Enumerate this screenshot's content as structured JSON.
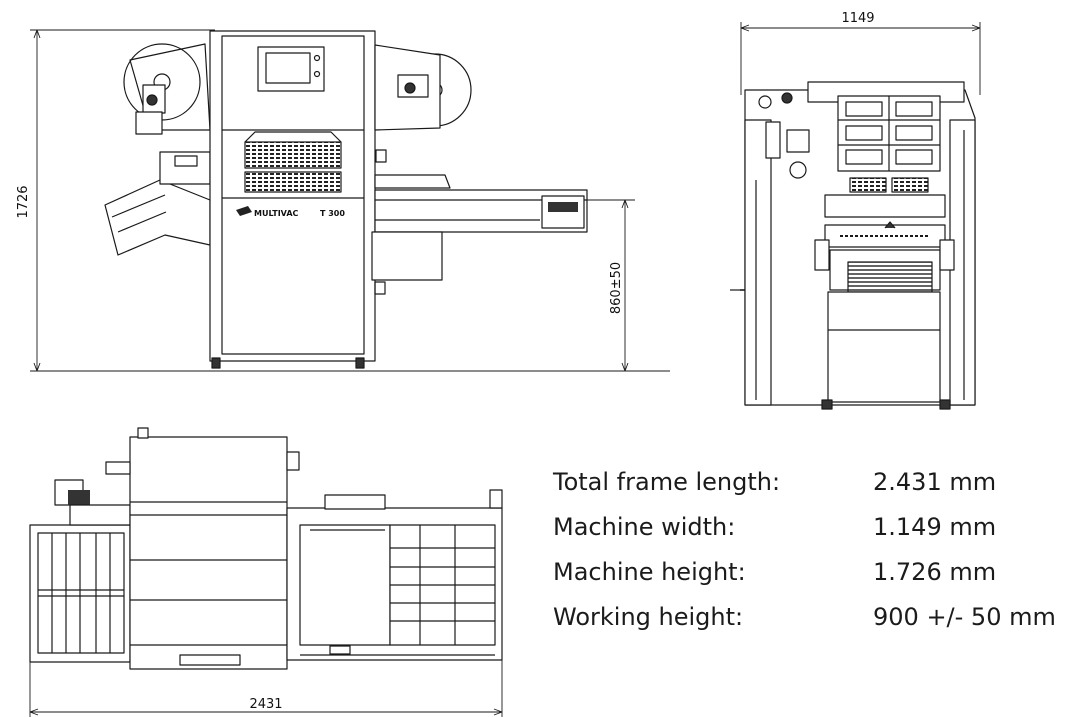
{
  "dimensions": {
    "side_view_height": "1726",
    "working_height": "860±50",
    "front_view_width": "1149",
    "top_view_length": "2431"
  },
  "branding": {
    "logo_text": "MULTIVAC",
    "model_text": "T 300"
  },
  "specs": [
    {
      "label": "Total frame length:",
      "value": "2.431 mm"
    },
    {
      "label": "Machine width:",
      "value": "1.149 mm"
    },
    {
      "label": "Machine height:",
      "value": "1.726 mm"
    },
    {
      "label": "Working height:",
      "value": "900 +/- 50 mm"
    }
  ],
  "colors": {
    "line": "#1a1a1a",
    "background": "#ffffff",
    "dark_fill": "#2b2b2b"
  }
}
